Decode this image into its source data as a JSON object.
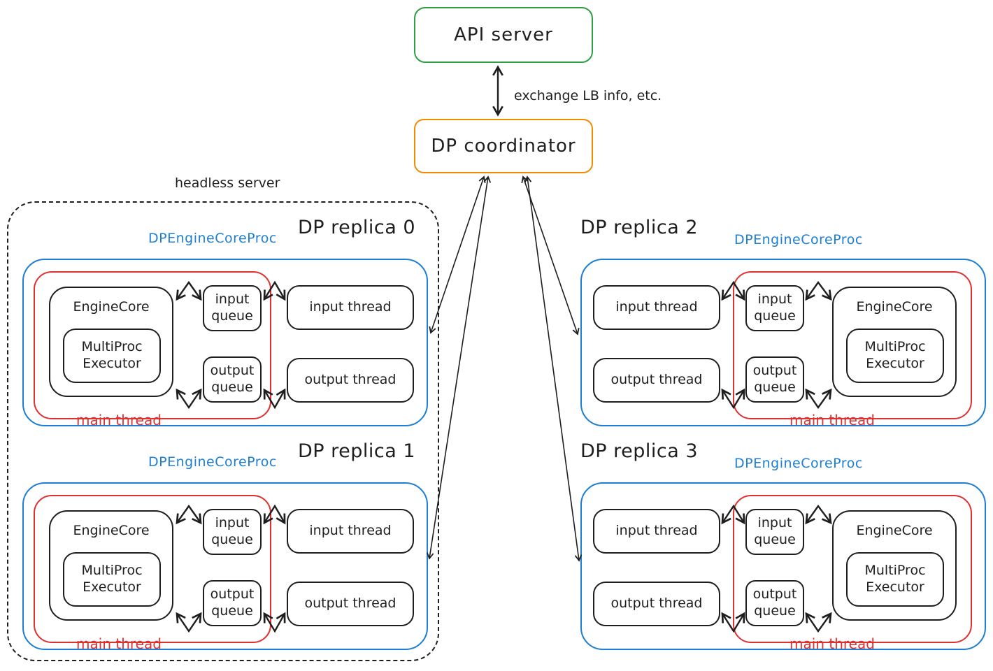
{
  "colors": {
    "green": "#2f9e44",
    "orange": "#f08c00",
    "blue": "#1c7ed6",
    "red": "#e03131",
    "ink": "#1e1e1e"
  },
  "nodes": {
    "api_server": "API server",
    "dp_coordinator": "DP coordinator"
  },
  "edge_labels": {
    "api_coordinator": "exchange LB info, etc."
  },
  "headless_server_label": "headless server",
  "replica_common": {
    "proc_label": "DPEngineCoreProc",
    "engine_core": "EngineCore",
    "multiproc_executor": "MultiProc Executor",
    "input_queue": "input queue",
    "output_queue": "output queue",
    "input_thread": "input thread",
    "output_thread": "output thread",
    "main_thread": "main thread"
  },
  "replicas": [
    {
      "title": "DP replica 0"
    },
    {
      "title": "DP replica 1"
    },
    {
      "title": "DP replica 2"
    },
    {
      "title": "DP replica 3"
    }
  ]
}
